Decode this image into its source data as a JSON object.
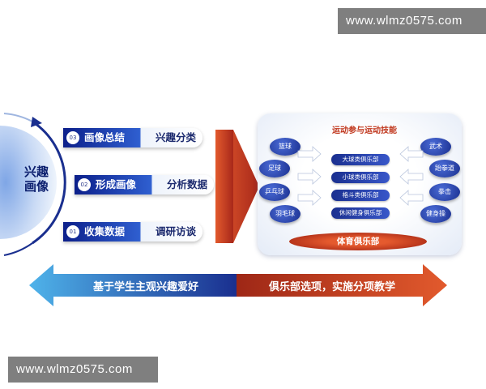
{
  "watermark": {
    "top": "www.wlmz0575.com",
    "bottom": "www.wlmz0575.com"
  },
  "portrait": {
    "title": "兴趣画像"
  },
  "stages": [
    {
      "num": "03",
      "label": "画像总结",
      "action": "兴趣分类"
    },
    {
      "num": "02",
      "label": "形成画像",
      "action": "分析数据"
    },
    {
      "num": "01",
      "label": "收集数据",
      "action": "调研访谈"
    }
  ],
  "panel": {
    "title": "运动参与运动技能",
    "left_sports": [
      "篮球",
      "足球",
      "乒乓球",
      "羽毛球"
    ],
    "right_sports": [
      "武术",
      "跆拳道",
      "拳击",
      "健身操"
    ],
    "clubs": [
      "大球类俱乐部",
      "小球类俱乐部",
      "格斗类俱乐部",
      "休闲健身俱乐部"
    ],
    "base": "体育俱乐部"
  },
  "bottom": {
    "left": "基于学生主观兴趣爱好",
    "right": "俱乐部选项，实施分项教学"
  },
  "colors": {
    "navy": "#1a2f8f",
    "red": "#c0361c",
    "blue": "#3a7fd0"
  }
}
